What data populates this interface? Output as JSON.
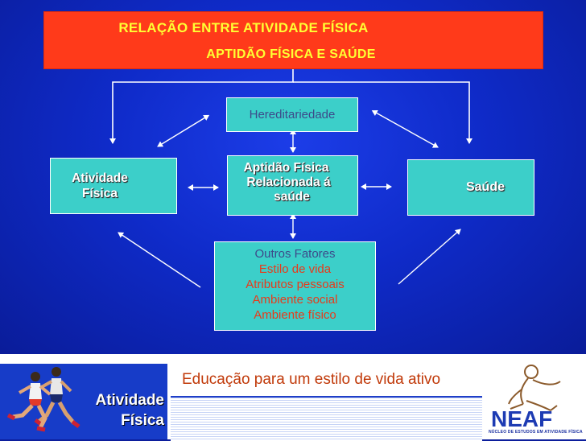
{
  "title": {
    "line1": "RELAÇÃO ENTRE ATIVIDADE FÍSICA",
    "line2": "APTIDÃO FÍSICA E SAÚDE"
  },
  "boxes": {
    "hereditariedade": "Hereditariedade",
    "aptidao": [
      "Aptidão Física",
      "Relacionada á",
      "saúde"
    ],
    "atividade": [
      "Atividade",
      "Física"
    ],
    "saude": "Saúde",
    "outros": {
      "heading": "Outros Fatores",
      "items": [
        "Estilo de vida",
        "Atributos pessoais",
        "Ambiente social",
        "Ambiente físico"
      ]
    }
  },
  "footer": {
    "logo_line1": "Atividade",
    "logo_line2": "Física",
    "slogan": "Educação para um estilo de vida ativo",
    "neaf_caption": "NÚCLEO DE ESTUDOS EM ATIVIDADE FÍSICA",
    "neaf_logo": "NEAF"
  },
  "colors": {
    "background": "#0f2bc9",
    "title_bg": "#ff3a1a",
    "title_text": "#ffff33",
    "box_fill": "#3ccfc9",
    "factor_text": "#e83a1a",
    "slogan_text": "#c13a0a"
  }
}
